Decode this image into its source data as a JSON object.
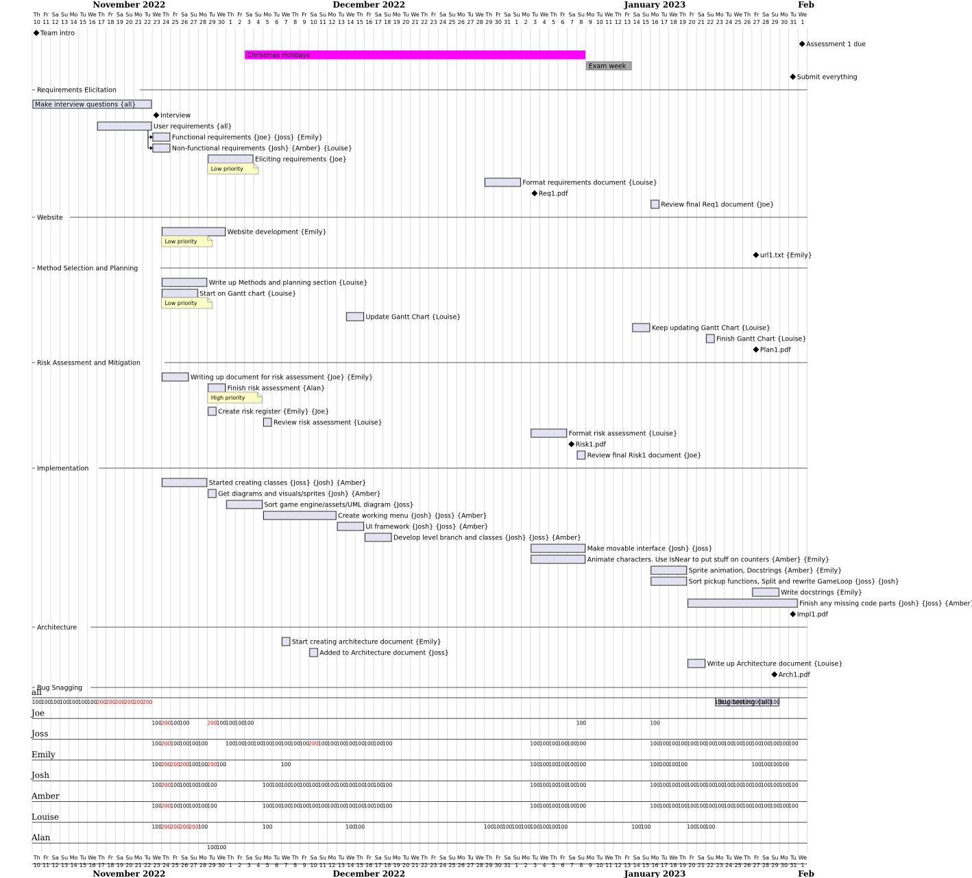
{
  "timeline": {
    "start": "2022-11-10",
    "end": "2023-02-01",
    "weekday_abbrev": [
      "Su",
      "Mo",
      "Tu",
      "We",
      "Th",
      "Fr",
      "Sa"
    ],
    "months": [
      {
        "label": "November 2022",
        "first": "2022-11-10",
        "last": "2022-11-30"
      },
      {
        "label": "December 2022",
        "first": "2022-12-01",
        "last": "2022-12-31"
      },
      {
        "label": "January 2023",
        "first": "2023-01-01",
        "last": "2023-01-31"
      },
      {
        "label": "Feb",
        "first": "2023-02-01",
        "last": "2023-02-01"
      }
    ]
  },
  "colors": {
    "task_fill": "#e2e2f0",
    "task_stroke": "#181818",
    "holiday": "#ff00ff",
    "exam": "#a8a8a8",
    "note_fill": "#fbfbc6",
    "grid": "#c8c8c8",
    "overload": "#e00000"
  },
  "rows": [
    {
      "type": "milestone",
      "date": "2022-11-10",
      "label": "Team intro"
    },
    {
      "type": "milestone",
      "date": "2023-02-01",
      "label": "Assessment 1 due"
    },
    {
      "type": "colored",
      "start": "2022-12-03",
      "end": "2023-01-08",
      "label": "Christmas Holidays",
      "color": "holiday",
      "label_inside": true
    },
    {
      "type": "colored",
      "start": "2023-01-09",
      "end": "2023-01-13",
      "label": "Exam week",
      "color": "exam",
      "label_inside": true
    },
    {
      "type": "milestone",
      "date": "2023-01-31",
      "label": "Submit everything"
    },
    {
      "type": "separator",
      "label": "Requirements Elicitation"
    },
    {
      "type": "task",
      "start": "2022-11-10",
      "end": "2022-11-22",
      "label": "Make interview questions {all}",
      "label_inside": true
    },
    {
      "type": "milestone",
      "date": "2022-11-23",
      "label": "Interview"
    },
    {
      "type": "task",
      "start": "2022-11-17",
      "end": "2022-11-22",
      "label": "User requirements {all}",
      "arrows_to": 2
    },
    {
      "type": "task",
      "start": "2022-11-23",
      "end": "2022-11-24",
      "label": "Functional requirements {Joe} {Joss} {Emily}"
    },
    {
      "type": "task",
      "start": "2022-11-23",
      "end": "2022-11-24",
      "label": "Non-functional requirements {Josh} {Amber} {Louise}"
    },
    {
      "type": "task",
      "start": "2022-11-29",
      "end": "2022-12-03",
      "label": "Eliciting requirements {Joe}"
    },
    {
      "type": "note",
      "start": "2022-11-29",
      "label": "Low priority"
    },
    {
      "type": "task",
      "start": "2022-12-29",
      "end": "2023-01-01",
      "label": "Format requirements document {Louise}"
    },
    {
      "type": "milestone",
      "date": "2023-01-03",
      "label": "Req1.pdf"
    },
    {
      "type": "task",
      "start": "2023-01-16",
      "end": "2023-01-16",
      "label": "Review final Req1 document {Joe}"
    },
    {
      "type": "separator",
      "label": "Website"
    },
    {
      "type": "task",
      "start": "2022-11-24",
      "end": "2022-11-30",
      "label": "Website development {Emily}"
    },
    {
      "type": "note",
      "start": "2022-11-24",
      "label": "Low priority"
    },
    {
      "type": "milestone",
      "date": "2023-01-27",
      "label": "url1.txt {Emily}"
    },
    {
      "type": "separator",
      "label": "Method Selection and Planning"
    },
    {
      "type": "task",
      "start": "2022-11-24",
      "end": "2022-11-28",
      "label": "Write up Methods and planning section {Louise}"
    },
    {
      "type": "task",
      "start": "2022-11-24",
      "end": "2022-11-27",
      "label": "Start on Gantt chart {Louise}"
    },
    {
      "type": "note",
      "start": "2022-11-24",
      "label": "Low priority"
    },
    {
      "type": "task",
      "start": "2022-12-14",
      "end": "2022-12-15",
      "label": "Update Gantt Chart {Louise}",
      "row_offset": -1
    },
    {
      "type": "task",
      "start": "2023-01-14",
      "end": "2023-01-15",
      "label": "Keep updating Gantt Chart {Louise}"
    },
    {
      "type": "task",
      "start": "2023-01-22",
      "end": "2023-01-22",
      "label": "Finish Gantt Chart {Louise}"
    },
    {
      "type": "milestone",
      "date": "2023-01-27",
      "label": "Plan1.pdf"
    },
    {
      "type": "separator",
      "label": "Risk Assessment and Mitigation"
    },
    {
      "type": "task",
      "start": "2022-11-24",
      "end": "2022-11-26",
      "label": "Writing up document for risk assessment {Joe} {Emily}"
    },
    {
      "type": "task",
      "start": "2022-11-29",
      "end": "2022-11-30",
      "label": "Finish risk assessment {Alan}"
    },
    {
      "type": "note",
      "start": "2022-11-29",
      "label": "High priority"
    },
    {
      "type": "task",
      "start": "2022-11-29",
      "end": "2022-11-29",
      "label": "Create risk register {Emily} {Joe}"
    },
    {
      "type": "task",
      "start": "2022-12-05",
      "end": "2022-12-05",
      "label": "Review risk assessment {Louise}"
    },
    {
      "type": "task",
      "start": "2023-01-03",
      "end": "2023-01-06",
      "label": "Format risk assessment {Louise}"
    },
    {
      "type": "milestone",
      "date": "2023-01-07",
      "label": "Risk1.pdf"
    },
    {
      "type": "task",
      "start": "2023-01-08",
      "end": "2023-01-08",
      "label": "Review final Risk1 document {Joe}"
    },
    {
      "type": "separator",
      "label": "Implementation"
    },
    {
      "type": "task",
      "start": "2022-11-24",
      "end": "2022-11-28",
      "label": "Started creating classes {Joss} {Josh} {Amber}"
    },
    {
      "type": "task",
      "start": "2022-11-29",
      "end": "2022-11-29",
      "label": "Get diagrams and visuals/sprites {Josh} {Amber}"
    },
    {
      "type": "task",
      "start": "2022-12-01",
      "end": "2022-12-04",
      "label": "Sort game engine/assets/UML diagram {Joss}"
    },
    {
      "type": "task",
      "start": "2022-12-05",
      "end": "2022-12-12",
      "label": "Create working menu {Josh} {Joss} {Amber}"
    },
    {
      "type": "task",
      "start": "2022-12-13",
      "end": "2022-12-15",
      "label": "UI framework {Josh} {Joss} {Amber}"
    },
    {
      "type": "task",
      "start": "2022-12-16",
      "end": "2022-12-18",
      "label": "Develop level branch and classes {Josh} {Joss} {Amber}"
    },
    {
      "type": "task",
      "start": "2023-01-03",
      "end": "2023-01-08",
      "label": "Make movable interface {Josh} {Joss}"
    },
    {
      "type": "task",
      "start": "2023-01-03",
      "end": "2023-01-08",
      "label": "Animate characters. Use IsNear to put stuff on counters {Amber} {Emily}"
    },
    {
      "type": "task",
      "start": "2023-01-16",
      "end": "2023-01-19",
      "label": "Sprite animation, Docstrings {Amber} {Emily}"
    },
    {
      "type": "task",
      "start": "2023-01-16",
      "end": "2023-01-19",
      "label": "Sort pickup functions, Split and rewrite GameLoop {Joss} {Josh}"
    },
    {
      "type": "task",
      "start": "2023-01-27",
      "end": "2023-01-29",
      "label": "Write docstrings {Emily}"
    },
    {
      "type": "task",
      "start": "2023-01-20",
      "end": "2023-01-31",
      "label": "Finish any missing code parts {Josh} {Joss} {Amber}"
    },
    {
      "type": "milestone",
      "date": "2023-01-31",
      "label": "Impl1.pdf"
    },
    {
      "type": "separator",
      "label": "Architecture"
    },
    {
      "type": "task",
      "start": "2022-12-07",
      "end": "2022-12-07",
      "label": "Start creating architecture document {Emily}"
    },
    {
      "type": "task",
      "start": "2022-12-10",
      "end": "2022-12-10",
      "label": "Added to Architecture document {Joss}"
    },
    {
      "type": "task",
      "start": "2023-01-20",
      "end": "2023-01-21",
      "label": "Write up Architecture document {Louise}"
    },
    {
      "type": "milestone",
      "date": "2023-01-29",
      "label": "Arch1.pdf"
    },
    {
      "type": "separator",
      "label": "Bug Snagging"
    },
    {
      "type": "task",
      "start": "2023-01-23",
      "end": "2023-01-29",
      "label": "Bug testing {all}",
      "label_inside": true
    }
  ],
  "resources": [
    {
      "name": "all",
      "loads": [
        {
          "start": "2022-11-10",
          "end": "2022-11-16",
          "value": "100"
        },
        {
          "start": "2022-11-17",
          "end": "2022-11-22",
          "value": "200"
        },
        {
          "start": "2023-01-23",
          "end": "2023-01-29",
          "value": "100"
        }
      ]
    },
    {
      "name": "Joe",
      "loads": [
        {
          "start": "2022-11-23",
          "end": "2022-11-23",
          "value": "100"
        },
        {
          "start": "2022-11-24",
          "end": "2022-11-24",
          "value": "200"
        },
        {
          "start": "2022-11-25",
          "end": "2022-11-26",
          "value": "100"
        },
        {
          "start": "2022-11-29",
          "end": "2022-11-29",
          "value": "200"
        },
        {
          "start": "2022-11-30",
          "end": "2022-12-03",
          "value": "100"
        },
        {
          "start": "2023-01-08",
          "end": "2023-01-08",
          "value": "100"
        },
        {
          "start": "2023-01-16",
          "end": "2023-01-16",
          "value": "100"
        }
      ]
    },
    {
      "name": "Joss",
      "loads": [
        {
          "start": "2022-11-23",
          "end": "2022-11-23",
          "value": "100"
        },
        {
          "start": "2022-11-24",
          "end": "2022-11-24",
          "value": "200"
        },
        {
          "start": "2022-11-25",
          "end": "2022-11-28",
          "value": "100"
        },
        {
          "start": "2022-12-01",
          "end": "2022-12-09",
          "value": "100"
        },
        {
          "start": "2022-12-10",
          "end": "2022-12-10",
          "value": "200"
        },
        {
          "start": "2022-12-11",
          "end": "2022-12-18",
          "value": "100"
        },
        {
          "start": "2023-01-03",
          "end": "2023-01-08",
          "value": "100"
        },
        {
          "start": "2023-01-16",
          "end": "2023-01-31",
          "value": "100"
        }
      ]
    },
    {
      "name": "Emily",
      "loads": [
        {
          "start": "2022-11-23",
          "end": "2022-11-23",
          "value": "100"
        },
        {
          "start": "2022-11-24",
          "end": "2022-11-26",
          "value": "200"
        },
        {
          "start": "2022-11-27",
          "end": "2022-11-28",
          "value": "100"
        },
        {
          "start": "2022-11-29",
          "end": "2022-11-29",
          "value": "200"
        },
        {
          "start": "2022-11-30",
          "end": "2022-11-30",
          "value": "100"
        },
        {
          "start": "2022-12-07",
          "end": "2022-12-07",
          "value": "100"
        },
        {
          "start": "2023-01-03",
          "end": "2023-01-08",
          "value": "100"
        },
        {
          "start": "2023-01-16",
          "end": "2023-01-19",
          "value": "100"
        },
        {
          "start": "2023-01-27",
          "end": "2023-01-30",
          "value": "100"
        }
      ]
    },
    {
      "name": "Josh",
      "loads": [
        {
          "start": "2022-11-23",
          "end": "2022-11-23",
          "value": "100"
        },
        {
          "start": "2022-11-24",
          "end": "2022-11-24",
          "value": "200"
        },
        {
          "start": "2022-11-25",
          "end": "2022-11-29",
          "value": "100"
        },
        {
          "start": "2022-12-05",
          "end": "2022-12-18",
          "value": "100"
        },
        {
          "start": "2023-01-03",
          "end": "2023-01-08",
          "value": "100"
        },
        {
          "start": "2023-01-16",
          "end": "2023-01-31",
          "value": "100"
        }
      ]
    },
    {
      "name": "Amber",
      "loads": [
        {
          "start": "2022-11-23",
          "end": "2022-11-23",
          "value": "100"
        },
        {
          "start": "2022-11-24",
          "end": "2022-11-24",
          "value": "200"
        },
        {
          "start": "2022-11-25",
          "end": "2022-11-29",
          "value": "100"
        },
        {
          "start": "2022-12-05",
          "end": "2022-12-18",
          "value": "100"
        },
        {
          "start": "2023-01-03",
          "end": "2023-01-08",
          "value": "100"
        },
        {
          "start": "2023-01-16",
          "end": "2023-01-31",
          "value": "100"
        }
      ]
    },
    {
      "name": "Louise",
      "loads": [
        {
          "start": "2022-11-23",
          "end": "2022-11-23",
          "value": "100"
        },
        {
          "start": "2022-11-24",
          "end": "2022-11-27",
          "value": "200"
        },
        {
          "start": "2022-11-28",
          "end": "2022-11-28",
          "value": "100"
        },
        {
          "start": "2022-12-05",
          "end": "2022-12-05",
          "value": "100"
        },
        {
          "start": "2022-12-14",
          "end": "2022-12-15",
          "value": "100"
        },
        {
          "start": "2022-12-29",
          "end": "2023-01-06",
          "value": "100"
        },
        {
          "start": "2023-01-14",
          "end": "2023-01-15",
          "value": "100"
        },
        {
          "start": "2023-01-20",
          "end": "2023-01-22",
          "value": "100"
        }
      ]
    },
    {
      "name": "Alan",
      "loads": [
        {
          "start": "2022-11-29",
          "end": "2022-11-30",
          "value": "100"
        }
      ]
    }
  ]
}
